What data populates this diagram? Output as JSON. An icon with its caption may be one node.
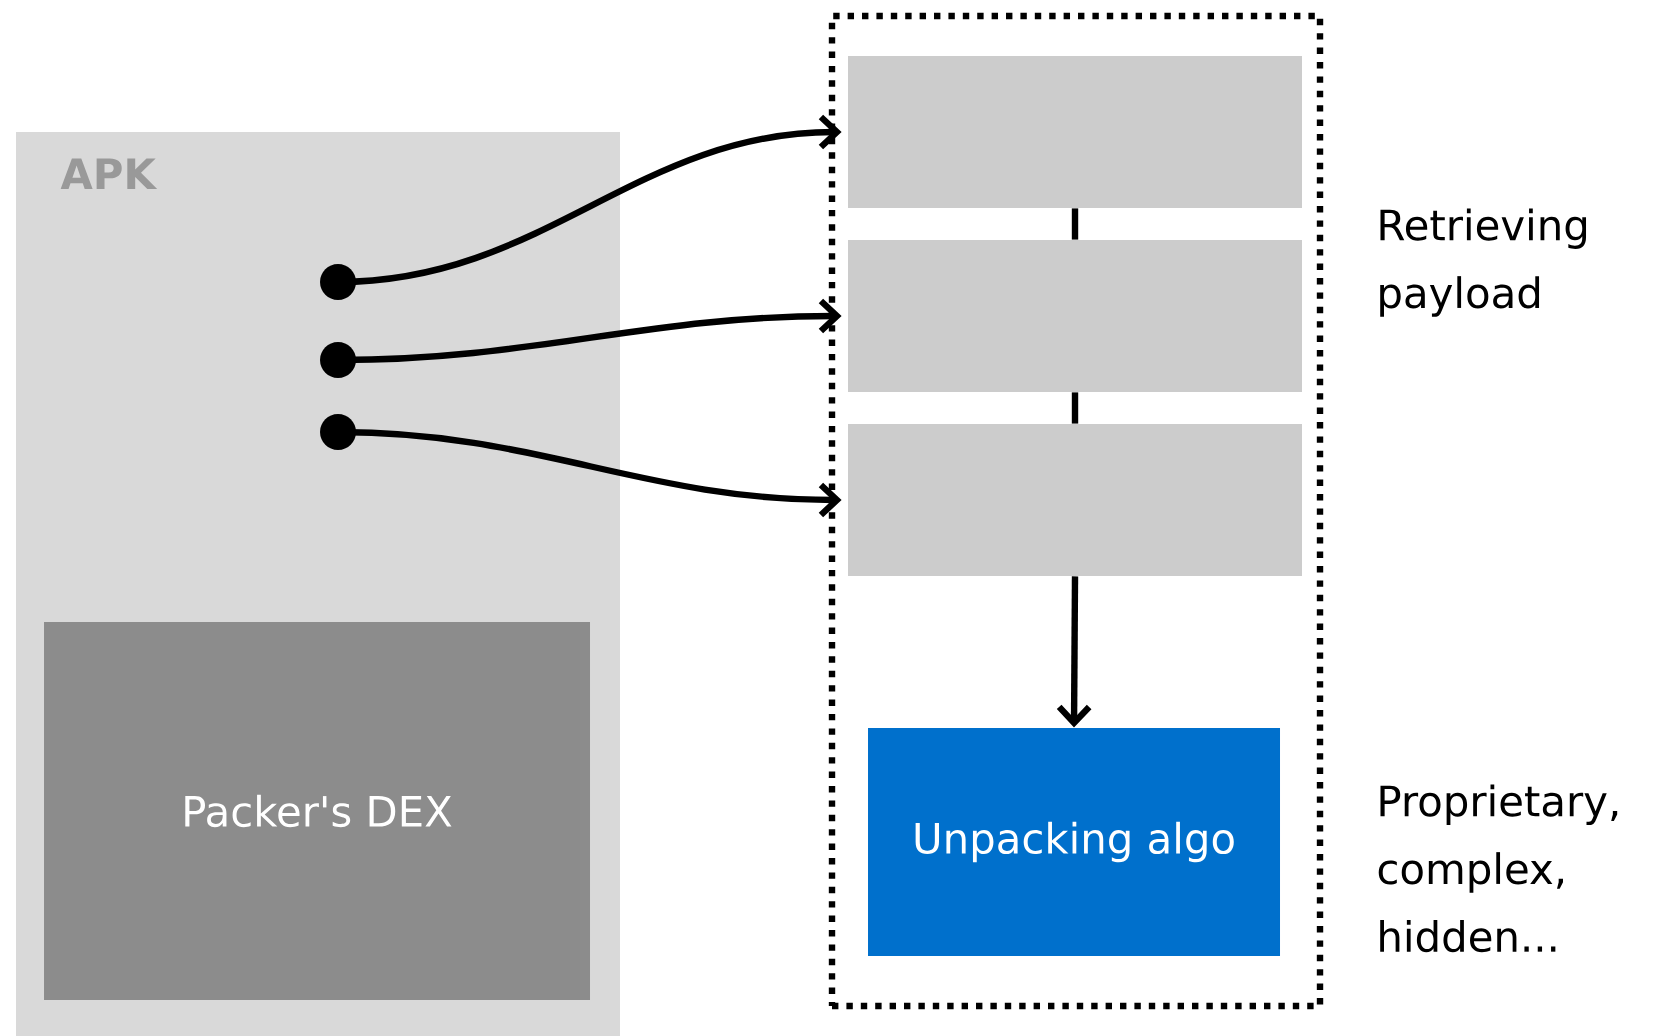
{
  "diagram": {
    "nodes": [
      {
        "text": [
          "APK"
        ]
      },
      {
        "text": [
          "Packer's DEX"
        ],
        "in": 0
      },
      {
        "text": [],
        "shape": "circle",
        "in": 0
      },
      {
        "text": [],
        "shape": "circle",
        "in": 0
      },
      {
        "text": [],
        "shape": "circle",
        "in": 0
      },
      {
        "text": [],
        "shape": "box"
      },
      {
        "text": [],
        "shape": "box",
        "in": 5
      },
      {
        "text": [],
        "shape": "box",
        "in": 5
      },
      {
        "text": [],
        "shape": "box",
        "in": 5
      },
      {
        "text": [
          "Unpacking algo"
        ],
        "in": 5
      }
    ],
    "edges": [
      {
        "from": 2,
        "to": 6,
        "arrow": "to"
      },
      {
        "from": 3,
        "to": 7,
        "arrow": "to"
      },
      {
        "from": 4,
        "to": 8,
        "arrow": "to"
      },
      {
        "from": 6,
        "to": 7,
        "arrow": "none"
      },
      {
        "from": 7,
        "to": 8,
        "arrow": "none"
      },
      {
        "from": 8,
        "to": 9,
        "arrow": "to"
      }
    ],
    "labels": [
      "Retrieving payload",
      "Proprietary, complex, hidden..."
    ]
  }
}
